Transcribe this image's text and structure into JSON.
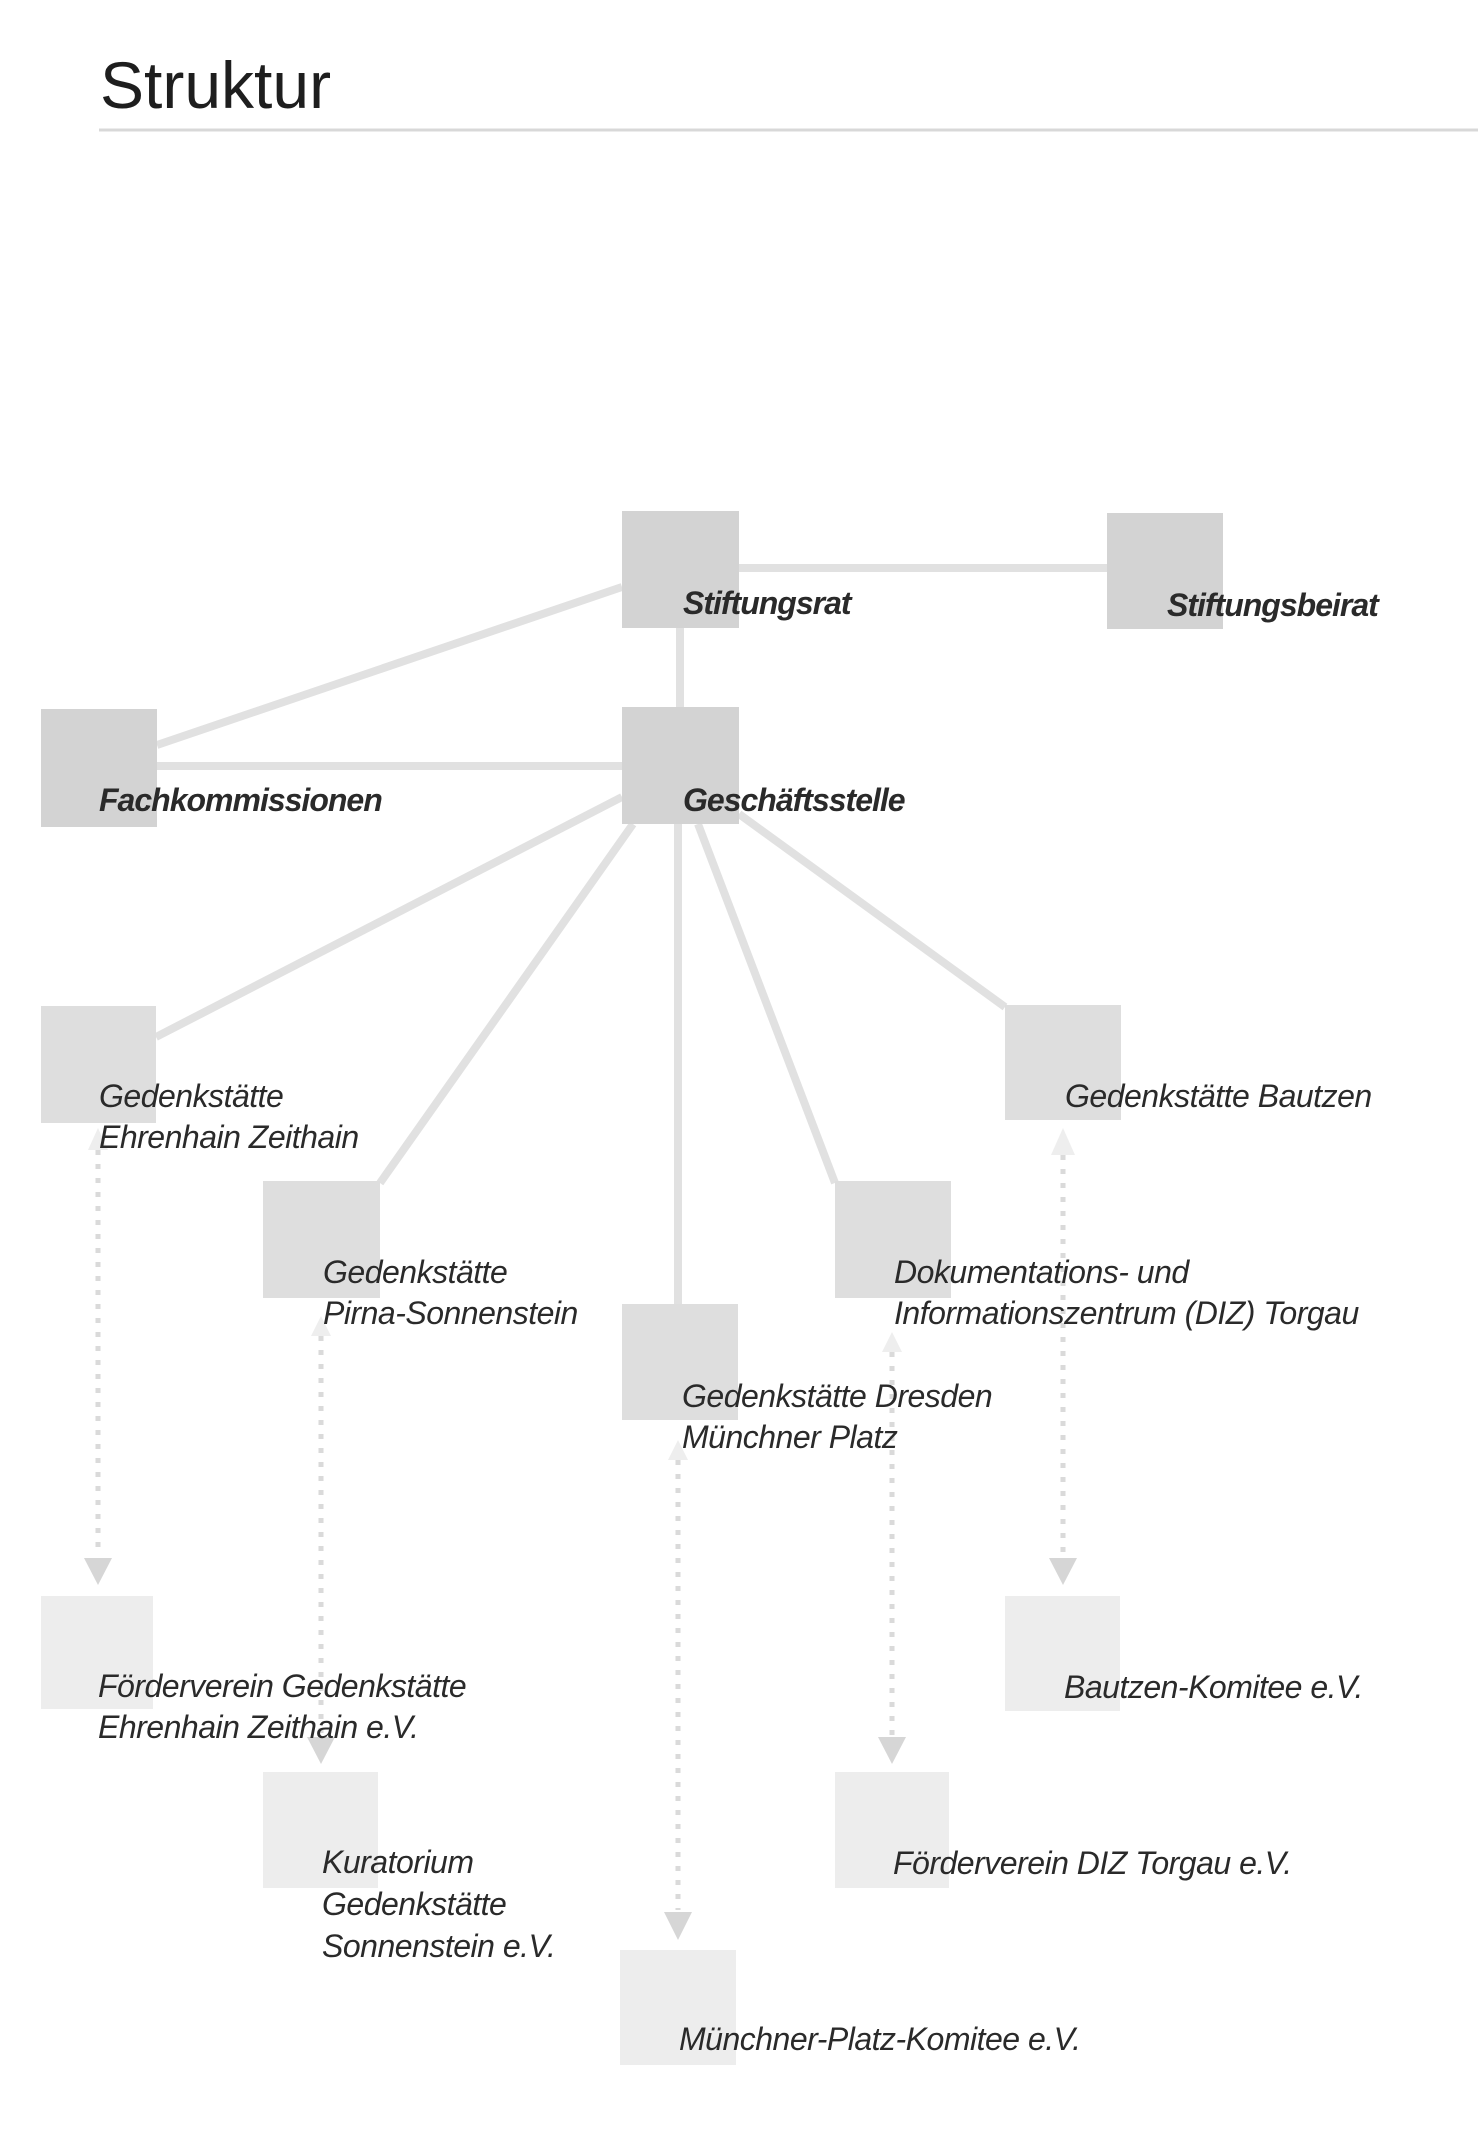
{
  "title": "Struktur",
  "nodes": {
    "stiftungsrat": "Stiftungsrat",
    "stiftungsbeirat": "Stiftungsbeirat",
    "fachkommissionen": "Fachkommissionen",
    "geschaeftsstelle": "Geschäftsstelle",
    "ehrenhain": [
      "Gedenkstätte",
      "Ehrenhain Zeithain"
    ],
    "bautzen": "Gedenkstätte Bautzen",
    "pirna": [
      "Gedenkstätte",
      "Pirna-Sonnenstein"
    ],
    "torgau": [
      "Dokumentations- und",
      "Informationszentrum (DIZ) Torgau"
    ],
    "dresden": [
      "Gedenkstätte Dresden",
      "Münchner Platz"
    ],
    "foerderverein_ehrenhain": [
      "Förderverein Gedenkstätte",
      "Ehrenhain Zeithain e.V."
    ],
    "bautzen_komitee": "Bautzen-Komitee e.V.",
    "kuratorium": [
      "Kuratorium",
      "Gedenkstätte",
      "Sonnenstein e.V."
    ],
    "foerderverein_torgau": "Förderverein DIZ Torgau e.V.",
    "muenchner_komitee": "Münchner-Platz-Komitee e.V."
  }
}
